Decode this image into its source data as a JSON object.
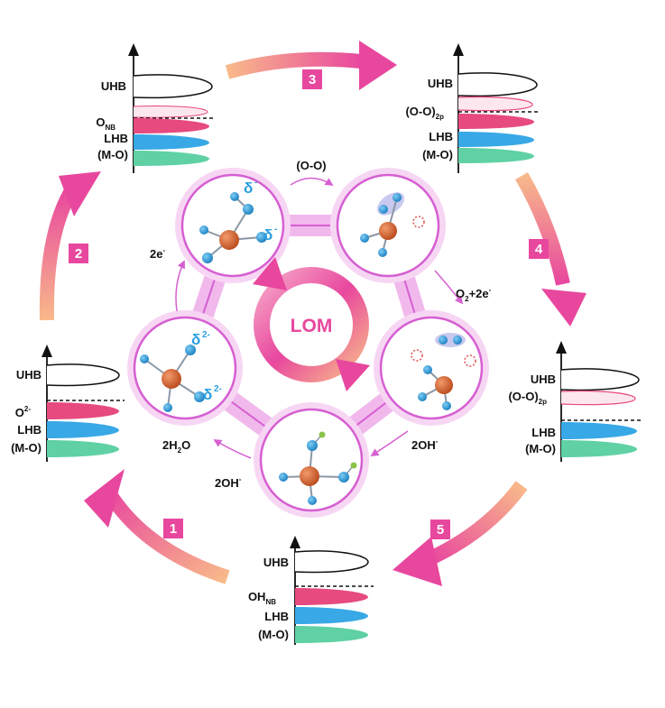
{
  "center": {
    "label": "LOM"
  },
  "steps": [
    "1",
    "2",
    "3",
    "4",
    "5"
  ],
  "reactions": {
    "oo": "(O-O)",
    "e2": "2e",
    "e2_sup": "-",
    "o2_main": "O",
    "o2_sub": "2",
    "o2_rest": "+2e",
    "o2_sup": "-",
    "oh_right": "2OH",
    "oh_right_sup": "-",
    "oh_left": "2OH",
    "oh_left_sup": "-",
    "h2o_a": "2H",
    "h2o_sub": "2",
    "h2o_b": "O"
  },
  "charges": {
    "top_a": "δ",
    "top_a_sup": "-",
    "top_b": "δ",
    "top_b_sup": "-",
    "left_a": "δ",
    "left_a_sup": "2-",
    "left_b": "δ",
    "left_b_sup": "2-"
  },
  "bands": {
    "tl": {
      "uhb": "UHB",
      "mid": "O",
      "mid_sub": "NB",
      "lhb": "LHB",
      "mo": "(M-O)"
    },
    "tr": {
      "uhb": "UHB",
      "mid": "(O-O)",
      "mid_sub": "2p",
      "lhb": "LHB",
      "mo": "(M-O)"
    },
    "r": {
      "uhb": "UHB",
      "mid": "(O-O)",
      "mid_sub": "2p",
      "lhb": "LHB",
      "mo": "(M-O)"
    },
    "l": {
      "uhb": "UHB",
      "mid": "O",
      "mid_sup": "2-",
      "lhb": "LHB",
      "mo": "(M-O)"
    },
    "b": {
      "uhb": "UHB",
      "mid": "OH",
      "mid_sub": "NB",
      "lhb": "LHB",
      "mo": "(M-O)"
    }
  },
  "colors": {
    "magenta": "#e8479e",
    "peach": "#f8b98a",
    "ring": "#d65fd1",
    "metal": "#d9622b",
    "oxygen": "#2a9fe0",
    "hydrogen": "#8bc34a",
    "band_pink": "#e64a7f",
    "band_blue": "#38a8e6",
    "band_green": "#5fd1a4"
  }
}
